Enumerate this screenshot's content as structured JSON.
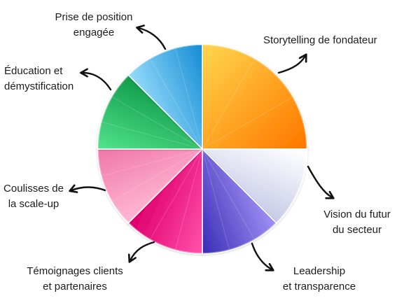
{
  "segments": [
    {
      "id": "storytelling",
      "lines": [
        "Storytelling de fondateur"
      ],
      "color_light": "#FFD24A",
      "color_dark": "#FF7A00"
    },
    {
      "id": "vision",
      "lines": [
        "Vision du futur",
        "du secteur"
      ],
      "color_light": "#FFFFFF",
      "color_dark": "#C8CCE8"
    },
    {
      "id": "leadership",
      "lines": [
        "Leadership",
        "et transparence"
      ],
      "color_light": "#9B8CF0",
      "color_dark": "#3E2FB8"
    },
    {
      "id": "temoignages",
      "lines": [
        "Témoignages clients",
        "et partenaires"
      ],
      "color_light": "#FF4FA8",
      "color_dark": "#E0006E"
    },
    {
      "id": "coulisses",
      "lines": [
        "Coulisses de",
        "la scale-up"
      ],
      "color_light": "#FFB6D2",
      "color_dark": "#F07AAA"
    },
    {
      "id": "education",
      "lines": [
        "Éducation et",
        "démystification"
      ],
      "color_light": "#4FE08A",
      "color_dark": "#149E4E"
    },
    {
      "id": "prise",
      "lines": [
        "Prise de position",
        "engagée"
      ],
      "color_light": "#8FD8F8",
      "color_dark": "#1A8FD6"
    }
  ]
}
